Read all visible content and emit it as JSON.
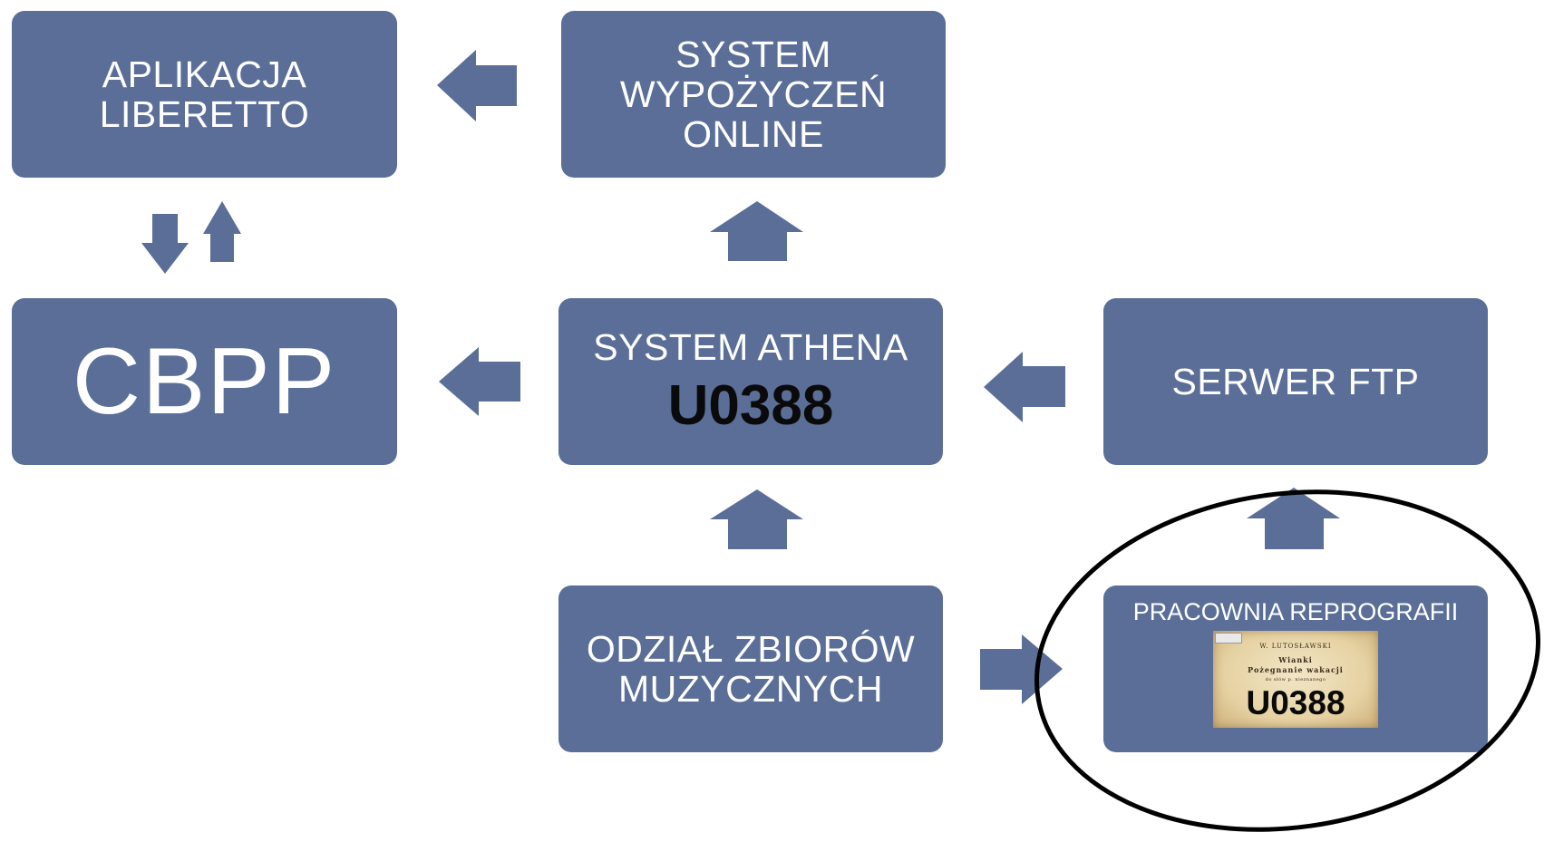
{
  "nodes": {
    "aplikacja_liberetto": {
      "lines": [
        "APLIKACJA",
        "LIBERETTO"
      ]
    },
    "system_wypozyczen": {
      "lines": [
        "SYSTEM",
        "WYPOŻYCZEŃ",
        "ONLINE"
      ]
    },
    "cbpp": {
      "label": "CBPP"
    },
    "system_athena": {
      "title": "SYSTEM ATHENA",
      "code": "U0388"
    },
    "serwer_ftp": {
      "label": "SERWER FTP"
    },
    "odzial_zbiorow": {
      "lines": [
        "ODZIAŁ ZBIORÓW",
        "MUZYCZNYCH"
      ]
    },
    "pracownia_reprografii": {
      "title": "PRACOWNIA REPROGRAFII",
      "document": {
        "lines": [
          "W. LUTOSŁAWSKI",
          "Wianki",
          "Pożegnanie wakacji",
          "do słów p. nieznanego"
        ],
        "code": "U0388"
      }
    }
  },
  "colors": {
    "box": "#5a6e98",
    "text": "#ffffff",
    "code": "#0a0a0a",
    "highlight": "#000000"
  }
}
